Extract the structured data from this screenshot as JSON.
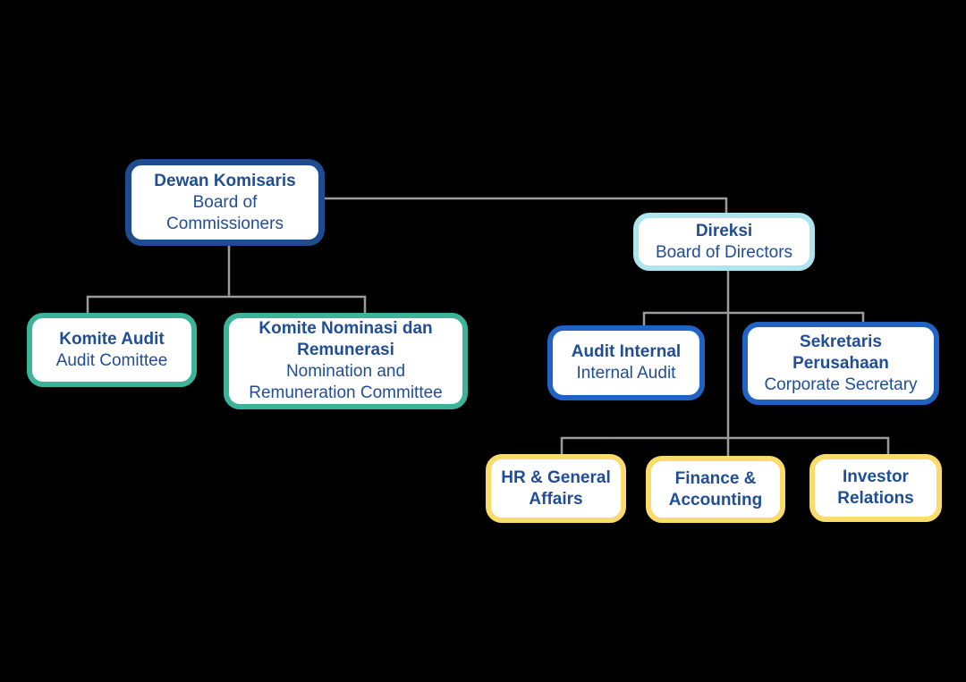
{
  "diagram": {
    "type": "org-chart",
    "background_color": "#000000",
    "connector_color": "#9b9b9b",
    "text_color": "#1f4e96",
    "nodes": {
      "dewan_komisaris": {
        "title": "Dewan Komisaris",
        "subtitle": "Board of\nCommissioners",
        "border_color": "#1f4c8f"
      },
      "direksi": {
        "title": "Direksi",
        "subtitle": "Board of Directors",
        "border_color": "#aee4ee"
      },
      "komite_audit": {
        "title": "Komite Audit",
        "subtitle": "Audit Comittee",
        "border_color": "#3cb49a"
      },
      "komite_nominasi": {
        "title": "Komite Nominasi dan\nRemunerasi",
        "subtitle": "Nomination and\nRemuneration Committee",
        "border_color": "#3cb49a"
      },
      "audit_internal": {
        "title": "Audit Internal",
        "subtitle": "Internal Audit",
        "border_color": "#1f63c4"
      },
      "sekretaris_perusahaan": {
        "title": "Sekretaris\nPerusahaan",
        "subtitle": "Corporate Secretary",
        "border_color": "#1f63c4"
      },
      "hr_general_affairs": {
        "title": "HR & General\nAffairs",
        "subtitle": "",
        "border_color": "#fadc6d"
      },
      "finance_accounting": {
        "title": "Finance &\nAccounting",
        "subtitle": "",
        "border_color": "#fadc6d"
      },
      "investor_relations": {
        "title": "Investor\nRelations",
        "subtitle": "",
        "border_color": "#fadc6d"
      }
    },
    "relationships": [
      {
        "from": "dewan_komisaris",
        "to": "direksi"
      },
      {
        "from": "dewan_komisaris",
        "to": "komite_audit"
      },
      {
        "from": "dewan_komisaris",
        "to": "komite_nominasi"
      },
      {
        "from": "direksi",
        "to": "audit_internal"
      },
      {
        "from": "direksi",
        "to": "sekretaris_perusahaan"
      },
      {
        "from": "direksi",
        "to": "hr_general_affairs"
      },
      {
        "from": "direksi",
        "to": "finance_accounting"
      },
      {
        "from": "direksi",
        "to": "investor_relations"
      }
    ]
  }
}
